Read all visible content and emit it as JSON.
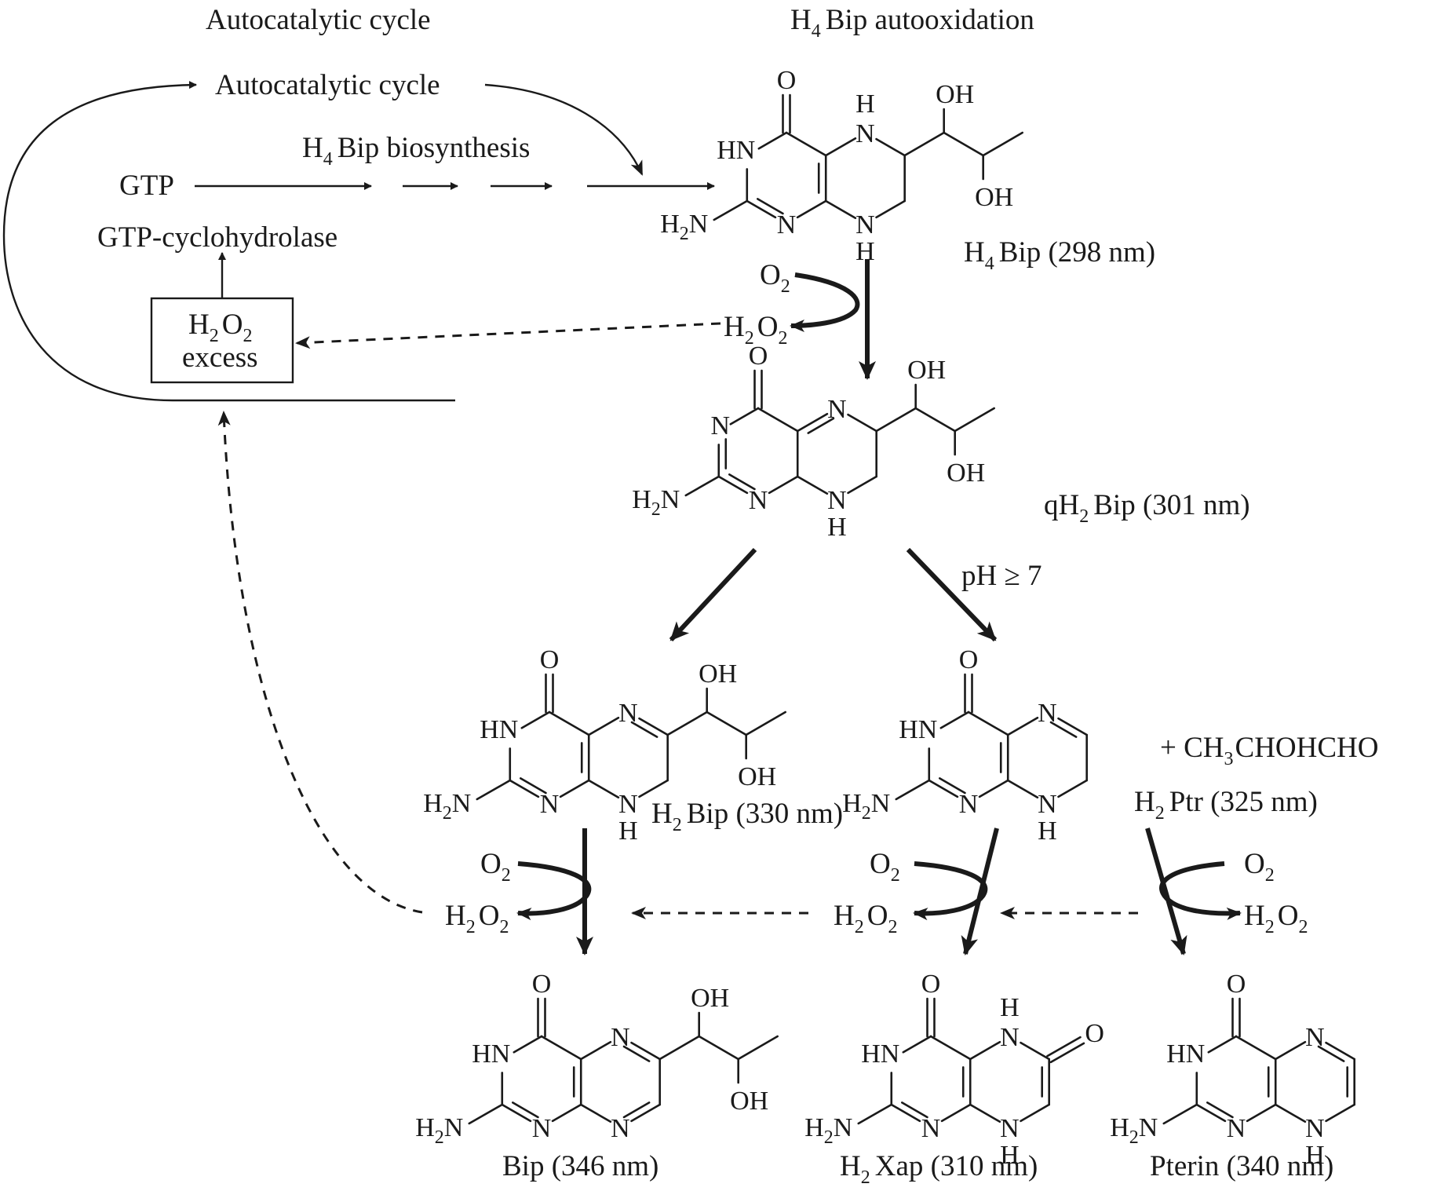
{
  "headers": {
    "left": "Autocatalytic cycle",
    "right_main": "H",
    "right_sub": "4",
    "right_rest": "Bip autooxidation"
  },
  "cycle": {
    "label": "Autocatalytic cycle",
    "gtp": "GTP",
    "biosynthesis_main": "H",
    "biosynthesis_sub": "4",
    "biosynthesis_rest": "Bip biosynthesis",
    "enzyme": "GTP-cyclohydrolase",
    "box_line1_a": "H",
    "box_line1_sub1": "2",
    "box_line1_b": "O",
    "box_line1_sub2": "2",
    "box_line2": "excess"
  },
  "reagents": {
    "o2_main": "O",
    "o2_sub": "2",
    "h2o2_a": "H",
    "h2o2_sub1": "2",
    "h2o2_b": "O",
    "h2o2_sub2": "2",
    "ph": "pH ≥ 7",
    "byproduct_a": "+ CH",
    "byproduct_sub": "3",
    "byproduct_b": "CHOHCHO"
  },
  "atoms": {
    "O": "O",
    "N": "N",
    "HN": "HN",
    "H": "H",
    "OH": "OH",
    "H2N_a": "H",
    "H2N_sub": "2",
    "H2N_b": "N"
  },
  "compounds": {
    "h4bip": {
      "pre": "",
      "main": "H",
      "sub": "4",
      "rest": "Bip (298 nm)"
    },
    "qh2bip": {
      "pre": "q",
      "main": "H",
      "sub": "2",
      "rest": "Bip (301 nm)"
    },
    "h2bip": {
      "pre": "",
      "main": "H",
      "sub": "2",
      "rest": "Bip (330 nm)"
    },
    "h2ptr": {
      "pre": "",
      "main": "H",
      "sub": "2",
      "rest": "Ptr (325 nm)"
    },
    "bip": {
      "label": "Bip (346 nm)"
    },
    "h2xap": {
      "pre": "",
      "main": "H",
      "sub": "2",
      "rest": "Xap (310 nm)"
    },
    "pterin": {
      "label": "Pterin (340 nm)"
    }
  }
}
